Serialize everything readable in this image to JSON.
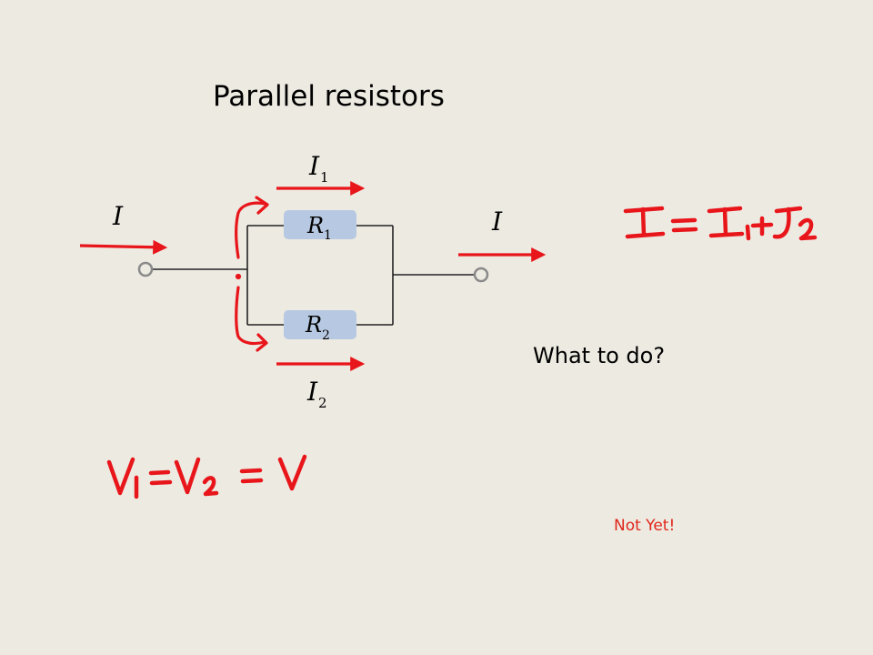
{
  "slide": {
    "title": "Parallel resistors",
    "question": "What to do?",
    "note": "Not Yet!"
  },
  "diagram": {
    "input_current": "I",
    "output_current": "I",
    "branch_current_top": {
      "symbol": "I",
      "subscript": "1"
    },
    "branch_current_bottom": {
      "symbol": "I",
      "subscript": "2"
    },
    "resistor_top": {
      "symbol": "R",
      "subscript": "1"
    },
    "resistor_bottom": {
      "symbol": "R",
      "subscript": "2"
    }
  },
  "handwriting": {
    "current_equation": "I = I1 + I2",
    "voltage_equation": "V1 = V2 = V"
  },
  "colors": {
    "background": "#EDEAE1",
    "annotation": "#E8161B",
    "note": "#E0261C",
    "resistor_fill": "#B7C9E2",
    "terminal_stroke": "#8A8A8A"
  }
}
